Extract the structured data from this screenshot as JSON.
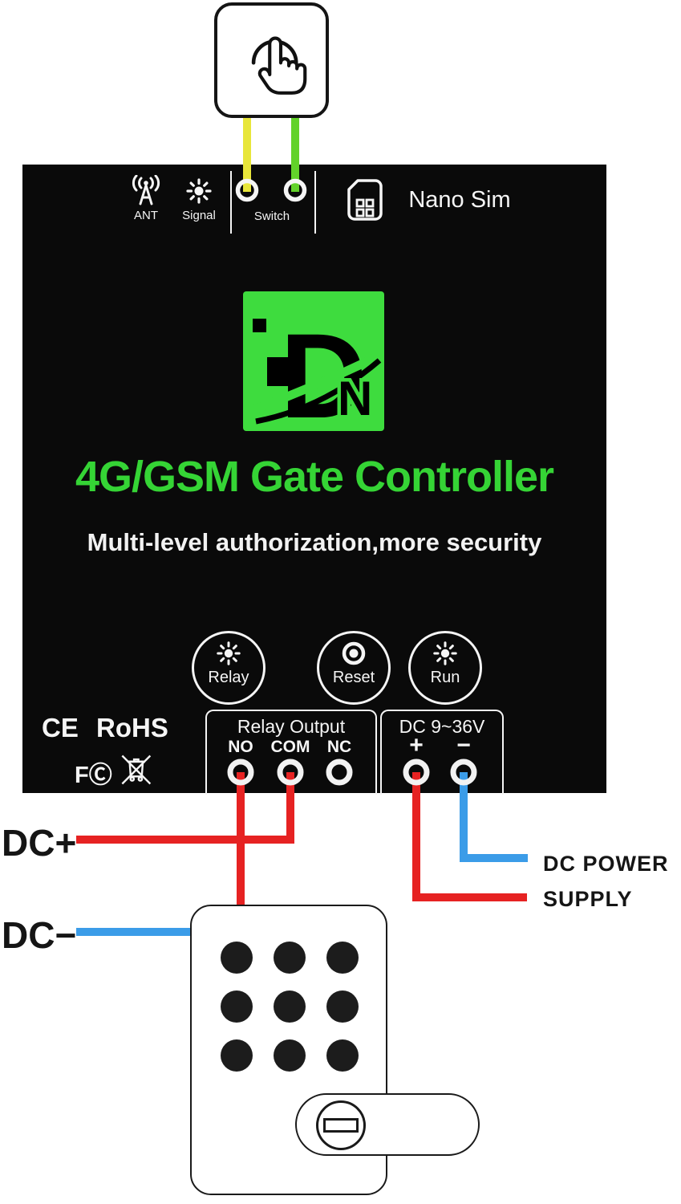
{
  "diagram": {
    "touch_switch": {
      "icon": "touch-hand-icon"
    },
    "controller": {
      "top_panel": {
        "ant_label": "ANT",
        "signal_label": "Signal",
        "switch_label": "Switch",
        "nano_sim_label": "Nano Sim"
      },
      "logo": {
        "bg_color": "#3edc3e",
        "letter_d": "D",
        "letter_n": "N"
      },
      "title": "4G/GSM Gate Controller",
      "title_color": "#35d435",
      "subtitle": "Multi-level authorization,more security",
      "indicators": [
        {
          "label": "Relay"
        },
        {
          "label": "Reset"
        },
        {
          "label": "Run"
        }
      ],
      "certifications": {
        "ce": "CE",
        "rohs": "RoHS",
        "fcc_f": "F",
        "fcc_c": "Ⓒ"
      },
      "relay_output": {
        "title": "Relay Output",
        "terminals": [
          {
            "label": "NO"
          },
          {
            "label": "COM"
          },
          {
            "label": "NC"
          }
        ]
      },
      "power_input": {
        "title": "DC 9~36V",
        "terminals": [
          {
            "label": "+"
          },
          {
            "label": "−"
          }
        ]
      }
    },
    "wiring_labels": {
      "dc_plus": "DC+",
      "dc_minus": "DC−",
      "power_supply_line1": "DC POWER",
      "power_supply_line2": "SUPPLY"
    },
    "wire_colors": {
      "switch_yellow": "#e8e63a",
      "switch_green": "#62d22a",
      "power_red": "#e62222",
      "power_blue": "#3b9ce8"
    }
  }
}
